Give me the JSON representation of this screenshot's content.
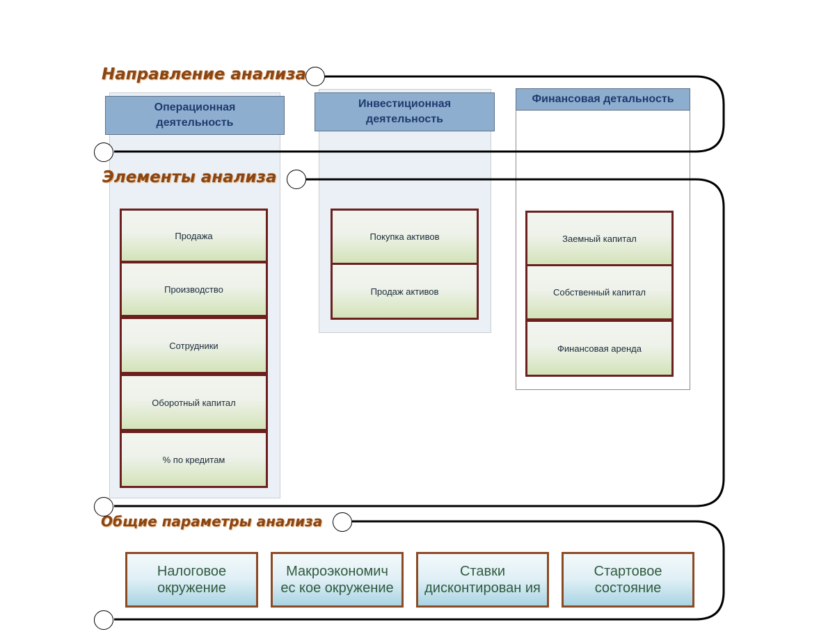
{
  "sections": {
    "direction": {
      "title": "Направление анализа"
    },
    "elements": {
      "title": "Элементы анализа"
    },
    "common": {
      "title": "Общие параметры анализа"
    }
  },
  "columns": [
    {
      "header": "Операционная деятельность",
      "items": [
        "Продажа",
        "Производство",
        "Сотрудники",
        "Оборотный капитал",
        "% по кредитам"
      ]
    },
    {
      "header": "Инвестиционная деятельность",
      "items": [
        "Покупка активов",
        "Продаж активов"
      ]
    },
    {
      "header": "Финансовая детальность",
      "items": [
        "Заемный капитал",
        "Собственный капитал",
        "Финансовая аренда"
      ]
    }
  ],
  "parameters": [
    "Налоговое окружение",
    "Макроэкономич ес кое окружение",
    "Ставки дисконтирован ия",
    "Стартовое состояние"
  ],
  "colors": {
    "section_title": "#8B4513",
    "header_fill": "#8eaecf",
    "header_text": "#1f3a6e",
    "element_border": "#6b1f1f",
    "param_border": "#8c4a23",
    "param_text": "#2f5a3e"
  }
}
